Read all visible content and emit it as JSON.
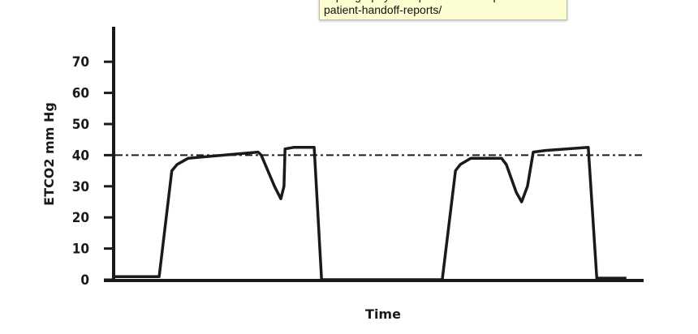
{
  "tooltip": {
    "lines": [
      "capnography-best-practices-to-improve",
      "patient-handoff-reports/"
    ]
  },
  "chart_data": {
    "type": "line",
    "title": "",
    "xlabel": "Time",
    "ylabel": "ETCO2 mm Hg",
    "ylim": [
      0,
      80
    ],
    "xlim": [
      0,
      100
    ],
    "yticks": [
      0,
      10,
      20,
      30,
      40,
      50,
      60,
      70
    ],
    "grid": false,
    "reference_line": {
      "y": 40,
      "style": "dash-dot"
    },
    "series": [
      {
        "x": [
          0.3,
          8.6,
          11,
          12,
          14.1,
          27.3,
          27.9,
          30.4,
          31.6,
          32.2,
          32.4,
          34,
          37.9,
          39.3,
          62.1,
          64.6,
          65.5,
          67.5,
          73.3,
          74.2,
          76.1,
          77.1,
          78.2,
          79.3,
          81.6,
          89.7,
          91.3,
          96.9
        ],
        "y": [
          1,
          1,
          35,
          37,
          39,
          41,
          40,
          30,
          26,
          30,
          42,
          42.5,
          42.5,
          0,
          0,
          35,
          37,
          39,
          39,
          37,
          28,
          25,
          30,
          41,
          41.5,
          42.5,
          0.5,
          0.5
        ]
      }
    ],
    "color": "#1a1a1a"
  }
}
